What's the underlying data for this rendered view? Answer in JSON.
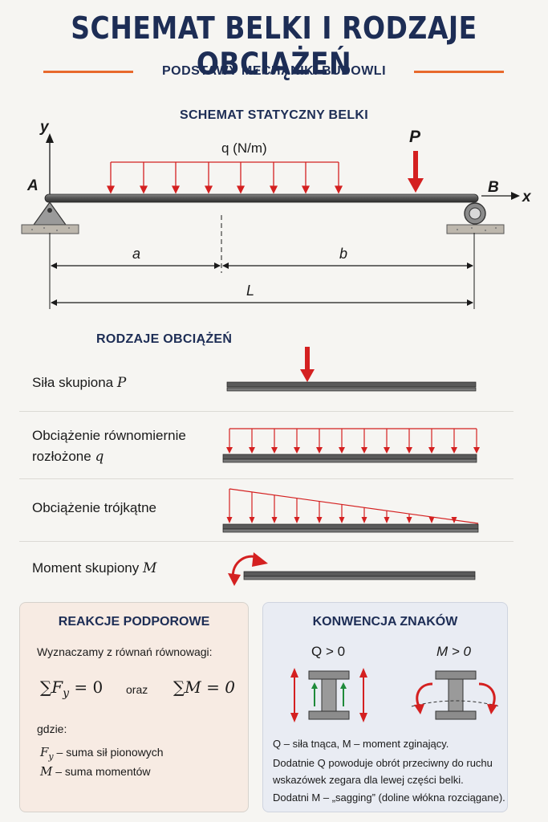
{
  "title": "SCHEMAT BELKI I RODZAJE OBCIĄŻEŃ",
  "subtitle": "PODSTAWY MECHANIKI BUDOWLI",
  "beam_scheme": {
    "heading": "SCHEMAT STATYCZNY BELKI",
    "axis_y": "y",
    "axis_x": "x",
    "support_a": "A",
    "support_b": "B",
    "dist_load_label": "q (N/m)",
    "point_load_label": "P",
    "dim_a": "a",
    "dim_b": "b",
    "dim_L": "L"
  },
  "load_types": {
    "heading": "RODZAJE OBCIĄŻEŃ",
    "items": [
      {
        "text": "Siła skupiona ",
        "symbol": "P"
      },
      {
        "text": "Obciążenie równomiernie",
        "text2": "rozłożone ",
        "symbol": "q"
      },
      {
        "text": "Obciążenie trójkątne",
        "symbol": ""
      },
      {
        "text": "Moment skupiony ",
        "symbol": "M"
      }
    ]
  },
  "reactions": {
    "heading": "REAKCJE PODPOROWE",
    "intro": "Wyznaczamy z równań równowagi:",
    "eq1": "∑F",
    "eq1_sub": "y",
    "eq1_rhs": " = 0",
    "conj": "oraz",
    "eq2": "∑M = 0",
    "where": "gdzie:",
    "def1_sym": "F",
    "def1_sub": "y",
    "def1_text": " – suma sił pionowych",
    "def2_sym": "M",
    "def2_text": " – suma momentów"
  },
  "sign_convention": {
    "heading": "KONWENCJA ZNAKÓW",
    "q_label": "Q > 0",
    "m_label": "M > 0",
    "note1": "Q – siła tnąca, M – moment zginający.",
    "note2": "Dodatnie Q powoduje obrót przeciwny do ruchu",
    "note3": "wskazówek zegara dla lewej części belki.",
    "note4": "Dodatni M – „sagging” (doline włókna rozciągane)."
  },
  "colors": {
    "navy": "#1d2d55",
    "accent_orange": "#e8692c",
    "load_red": "#d42020",
    "green": "#1f8a3a",
    "beam_gray": "#4a4a4a"
  }
}
